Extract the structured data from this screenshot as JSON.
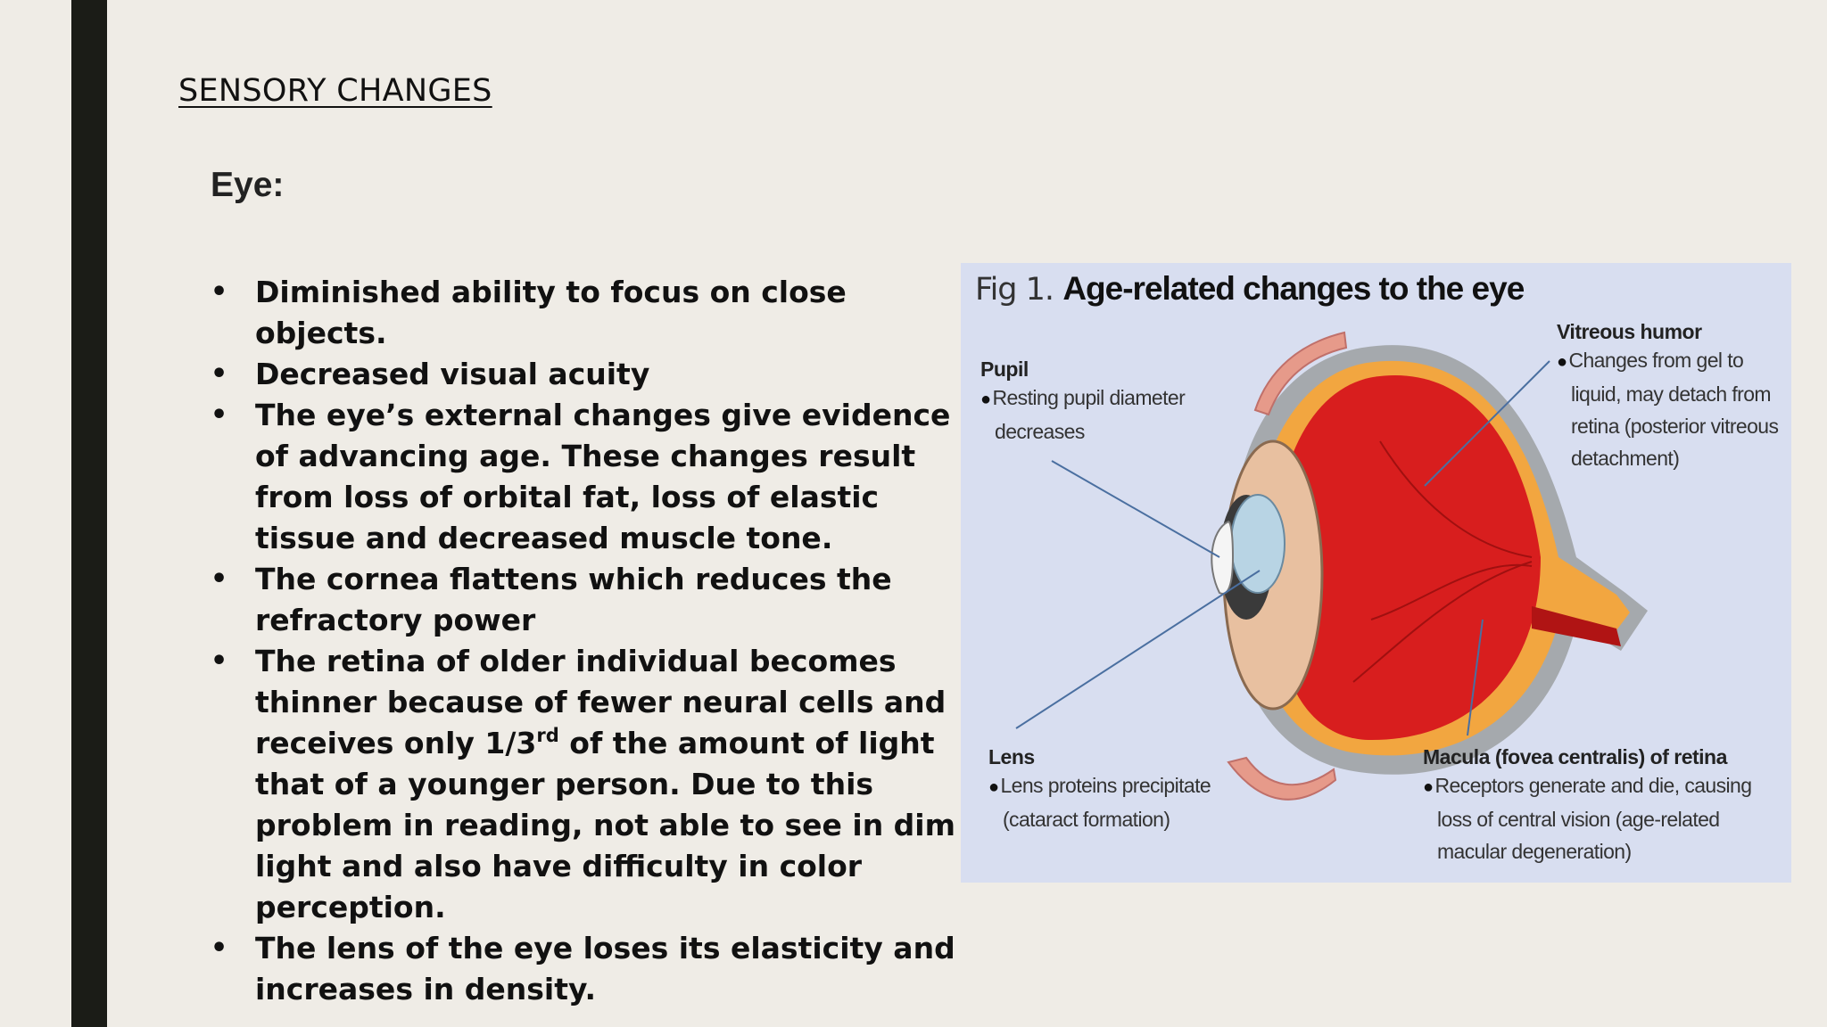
{
  "slide": {
    "heading": "SENSORY CHANGES",
    "subheading": "Eye:",
    "bullet_glyph": "•",
    "bullets": [
      "Diminished ability to focus on close objects.",
      "Decreased visual acuity",
      "The eye’s external changes give evidence of advancing age. These changes result from loss of orbital fat, loss of elastic tissue and decreased muscle tone.",
      "The cornea flattens which reduces the refractory power",
      {
        "before": "The retina of older individual becomes thinner because of fewer neural cells and receives only 1/3",
        "sup": "rd",
        "after": " of the amount of light that of a younger person. Due to this problem in reading, not able to see in dim light and also have difficulty in color perception."
      },
      "The lens of the eye loses its elasticity and increases in density."
    ]
  },
  "figure": {
    "fig_number": "Fig 1.",
    "title": "Age-related changes to the eye",
    "labels": {
      "pupil": {
        "title": "Pupil",
        "lines": [
          "Resting pupil diameter",
          "decreases"
        ]
      },
      "vitreous": {
        "title": "Vitreous humor",
        "lines": [
          "Changes from gel to",
          "liquid, may detach from",
          "retina (posterior vitreous",
          "detachment)"
        ]
      },
      "lens": {
        "title": "Lens",
        "lines": [
          "Lens proteins precipitate",
          "(cataract formation)"
        ]
      },
      "macula": {
        "title": "Macula (fovea centralis) of retina",
        "lines": [
          "Receptors generate and die, causing",
          "loss of central vision (age-related",
          "macular degeneration)"
        ]
      }
    },
    "colors": {
      "background": "#d8def0",
      "sclera": "#9fa3a8",
      "choroid": "#f2a640",
      "retina_red": "#d81e1e",
      "pointer": "#4a6fa0"
    }
  }
}
